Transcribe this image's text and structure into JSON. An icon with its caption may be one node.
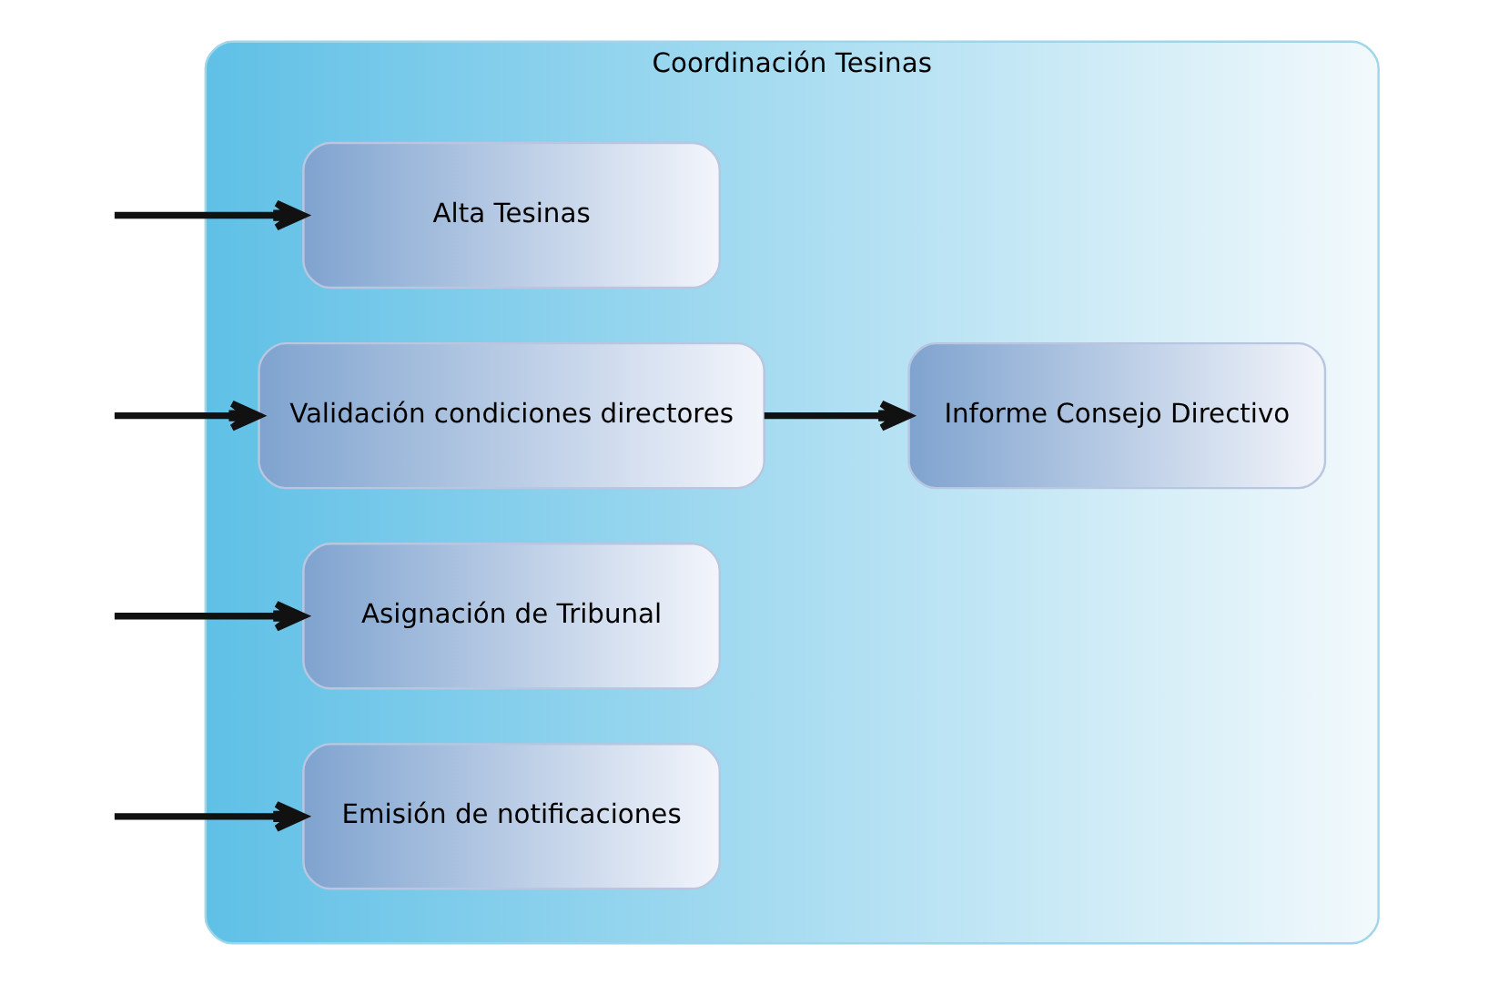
{
  "diagram": {
    "nodes": [
      {
        "text": [
          "Coordinación Tesinas"
        ]
      },
      {
        "text": [
          "Alta Tesinas"
        ],
        "in": 0
      },
      {
        "text": [
          "Validación condiciones directores"
        ],
        "in": 0
      },
      {
        "text": [
          "Asignación de Tribunal"
        ],
        "in": 0
      },
      {
        "text": [
          "Emisión de notificaciones"
        ],
        "in": 0
      },
      {
        "text": [
          "Informe Consejo Directivo"
        ],
        "in": 0
      }
    ],
    "edges": [
      {
        "from": null,
        "to": 1,
        "arrow": "to"
      },
      {
        "from": null,
        "to": 2,
        "arrow": "to"
      },
      {
        "from": null,
        "to": 3,
        "arrow": "to"
      },
      {
        "from": null,
        "to": 4,
        "arrow": "to"
      },
      {
        "from": 2,
        "to": 5,
        "arrow": "to"
      }
    ]
  }
}
